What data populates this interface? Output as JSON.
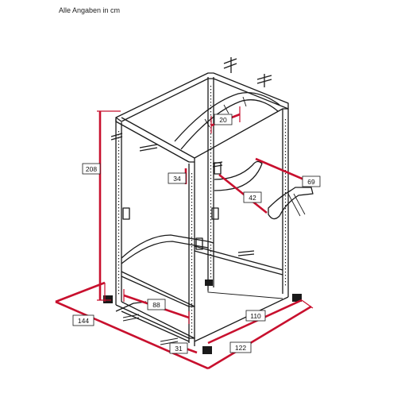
{
  "header": {
    "note": "Alle Angaben in cm"
  },
  "dimensions": {
    "height": "208",
    "pullup_bar_width": "20",
    "upright_depth": "34",
    "dip_handle_gap": "42",
    "dip_handle_length": "69",
    "inner_width": "88",
    "base_depth": "110",
    "overall_width": "144",
    "post_width": "31",
    "overall_depth": "122"
  },
  "colors": {
    "dimension_accent": "#c8102e",
    "frame": "#1a1a1a"
  }
}
